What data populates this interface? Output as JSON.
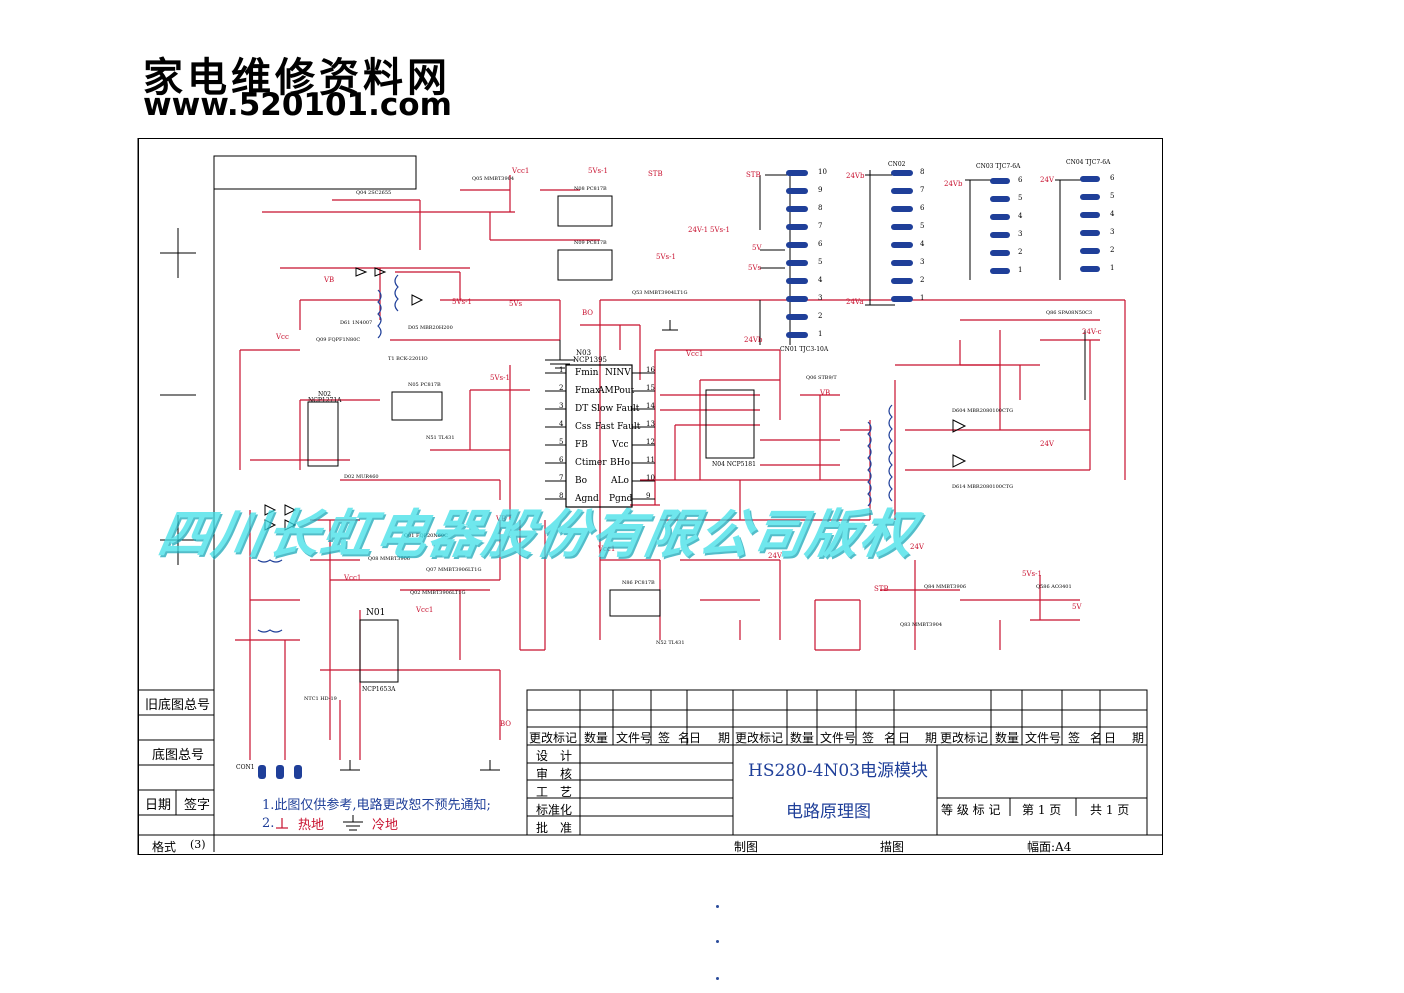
{
  "header": {
    "site_name": "家电维修资料网",
    "site_url": "www.520101.com"
  },
  "title_block": {
    "left_labels": [
      "旧底图总号",
      "底图总号",
      "日期",
      "签字"
    ],
    "format_label": "格式",
    "format_value": "(3)",
    "col_headers": [
      "更改标记",
      "数量",
      "文件号",
      "签",
      "名",
      "日",
      "期",
      "更改标记",
      "数量",
      "文件号",
      "签",
      "名",
      "日",
      "期",
      "更改标记",
      "数量",
      "文件号",
      "签",
      "名",
      "日",
      "期"
    ],
    "role_rows": [
      "设　计",
      "审　核",
      "工　艺",
      "标准化",
      "批　准"
    ],
    "model_title": "HS280-4N03电源模块",
    "drawing_title": "电路原理图",
    "grade_label": "等 级 标 记",
    "page_label": "第 1 页",
    "total_label": "共 1 页",
    "drawn_label": "制图",
    "traced_label": "描图",
    "size_label": "幅面:A4"
  },
  "notes": {
    "note1": "1.此图仅供参考,电路更改恕不预先通知;",
    "note2_prefix": "2.",
    "hot_ground": "热地",
    "cold_ground": "冷地"
  },
  "watermark": "四川长虹电器股份有限公司版权",
  "schematic": {
    "ic_main": "N03",
    "ic_main_part": "NCP1395",
    "ic_main_pins": [
      "Fmin",
      "Fmax",
      "DT",
      "Css",
      "FB",
      "Ctimer",
      "Bo",
      "Agnd",
      "NINV",
      "AMPout",
      "Slow Fault",
      "Fast Fault",
      "Vcc",
      "BHo",
      "ALo",
      "Pgnd"
    ],
    "ic_main_pin_numbers": [
      "1",
      "2",
      "3",
      "4",
      "5",
      "6",
      "7",
      "8",
      "16",
      "15",
      "14",
      "13",
      "12",
      "11",
      "10",
      "9"
    ],
    "ic_n01": "N01",
    "ic_n01_part": "NCP1653A",
    "ic_n02": "N02",
    "ic_n02_part": "NCP1271A",
    "driver": "N04 NCP5181",
    "connectors": [
      "CN01 TJC3-10A",
      "CN02",
      "CN03 TJC7-6A",
      "CN04 TJC7-6A"
    ],
    "con1": "CON1",
    "net_labels": [
      "Vcc1",
      "5Vs-1",
      "STB",
      "24V-1",
      "BO",
      "VB",
      "5Vs",
      "24Vb",
      "24Va",
      "24V",
      "5V",
      "Vcc",
      "24V-c"
    ],
    "cn01_pins": [
      "10",
      "9",
      "8",
      "7",
      "6",
      "5",
      "4",
      "3",
      "2",
      "1"
    ],
    "cn02_pins": [
      "8",
      "7",
      "6",
      "5",
      "4",
      "3",
      "2",
      "1"
    ],
    "cn03_pins": [
      "6",
      "5",
      "4",
      "3",
      "2",
      "1"
    ],
    "cn04_pins": [
      "6",
      "5",
      "4",
      "3",
      "2",
      "1"
    ],
    "parts": [
      "Q05 MMBT3904",
      "Q04 2SC2655",
      "N08 PC817B",
      "N09 PC817B",
      "Q53 MMBT3904LT1G",
      "Q06 STB9/T",
      "N05 PC817B",
      "N51 TL431",
      "Q09 FQPF1N80C",
      "T1 BCK-2201IO",
      "D05 MBR20H200",
      "D61 1N4007",
      "Q07 MMBT3906LT1G",
      "Q01 FQP20N60C",
      "NTC1 HD-19",
      "Q08 MMBT3906",
      "Q02 MMBT3906LT1G",
      "D02 MUR460",
      "N86 PC817B",
      "N52 TL431",
      "Q84 MMBT3906",
      "Q83 MMBT3904",
      "Q586 AO3401",
      "Q86 SPA08N50C3",
      "D604 MBR2080100CTG",
      "D614 MBR2080100CTG"
    ]
  }
}
